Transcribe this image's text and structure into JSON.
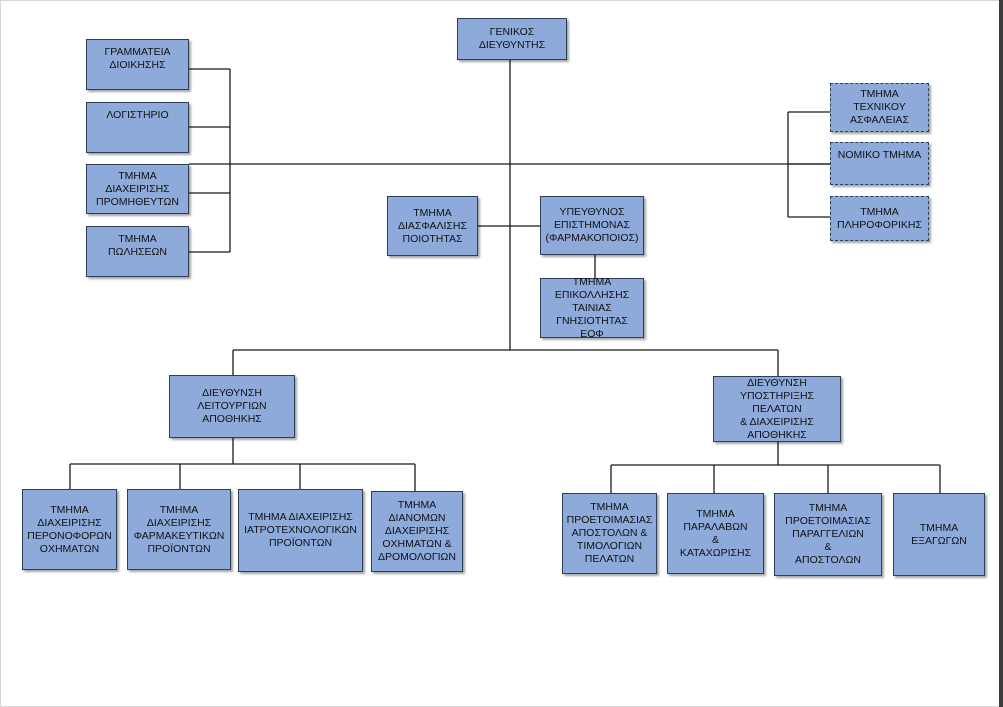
{
  "org_chart": {
    "ceo": "ΓΕΝΙΚΟΣ\nΔΙΕΥΘΥΝΤΗΣ",
    "left_staff": [
      "ΓΡΑΜΜΑΤΕΙΑ\nΔΙΟΙΚΗΣΗΣ",
      "ΛΟΓΙΣΤΗΡΙΟ",
      "ΤΜΗΜΑ\nΔΙΑΧΕΙΡΙΣΗΣ\nΠΡΟΜΗΘΕΥΤΩΝ",
      "ΤΜΗΜΑ\nΠΩΛΗΣΕΩΝ"
    ],
    "right_staff": [
      "ΤΜΗΜΑ\nΤΕΧΝΙΚΟΥ\nΑΣΦΑΛΕΙΑΣ",
      "ΝΟΜΙΚΟ ΤΜΗΜΑ",
      "ΤΜΗΜΑ\nΠΛΗΡΟΦΟΡΙΚΗΣ"
    ],
    "quality": "ΤΜΗΜΑ\nΔΙΑΣΦΑΛΙΣΗΣ\nΠΟΙΟΤΗΤΑΣ",
    "pharmacist": "ΥΠΕΥΘΥΝΟΣ\nΕΠΙΣΤΗΜΟΝΑΣ\n(ΦΑΡΜΑΚΟΠΟΙΟΣ)",
    "eof_label": "ΤΜΗΜΑ\nΕΠΙΚΟΛΛΗΣΗΣ\nΤΑΙΝΙΑΣ\nΓΝΗΣΙΟΤΗΤΑΣ ΕΟΦ",
    "warehouse_ops": {
      "title": "ΔΙΕΥΘΥΝΣΗ\nΛΕΙΤΟΥΡΓΙΩΝ\nΑΠΟΘΗΚΗΣ",
      "departments": [
        "ΤΜΗΜΑ\nΔΙΑΧΕΙΡΙΣΗΣ\nΠΕΡΟΝΟΦΟΡΩΝ\nΟΧΗΜΑΤΩΝ",
        "ΤΜΗΜΑ\nΔΙΑΧΕΙΡΙΣΗΣ\nΦΑΡΜΑΚΕΥΤΙΚΩΝ\nΠΡΟΪΟΝΤΩΝ",
        "ΤΜΗΜΑ ΔΙΑΧΕΙΡΙΣΗΣ\nΙΑΤΡΟΤΕΧΝΟΛΟΓΙΚΩΝ\nΠΡΟΪΟΝΤΩΝ",
        "ΤΜΗΜΑ\nΔΙΑΝΟΜΩΝ\nΔΙΑΧΕΙΡΙΣΗΣ\nΟΧΗΜΑΤΩΝ &\nΔΡΟΜΟΛΟΓΙΩΝ"
      ]
    },
    "customer_support": {
      "title": "ΔΙΕΥΘΥΝΣΗ\nΥΠΟΣΤΗΡΙΞΗΣ ΠΕΛΑΤΩΝ\n& ΔΙΑΧΕΙΡΙΣΗΣ\nΑΠΟΘΗΚΗΣ",
      "departments": [
        "ΤΜΗΜΑ\nΠΡΟΕΤΟΙΜΑΣΙΑΣ\nΑΠΟΣΤΟΛΩΝ &\nΤΙΜΟΛΟΓΙΩΝ\nΠΕΛΑΤΩΝ",
        "ΤΜΗΜΑ\nΠΑΡΑΛΑΒΩΝ\n&\nΚΑΤΑΧΩΡΙΣΗΣ",
        "ΤΜΗΜΑ\nΠΡΟΕΤΟΙΜΑΣΙΑΣ\nΠΑΡΑΓΓΕΛΙΩΝ\n&\nΑΠΟΣΤΟΛΩΝ",
        "ΤΜΗΜΑ\nΕΞΑΓΩΓΩΝ"
      ]
    }
  },
  "colors": {
    "box_fill": "#8eaadb",
    "box_border": "#2f3d55",
    "connector": "#1a1a1a"
  }
}
